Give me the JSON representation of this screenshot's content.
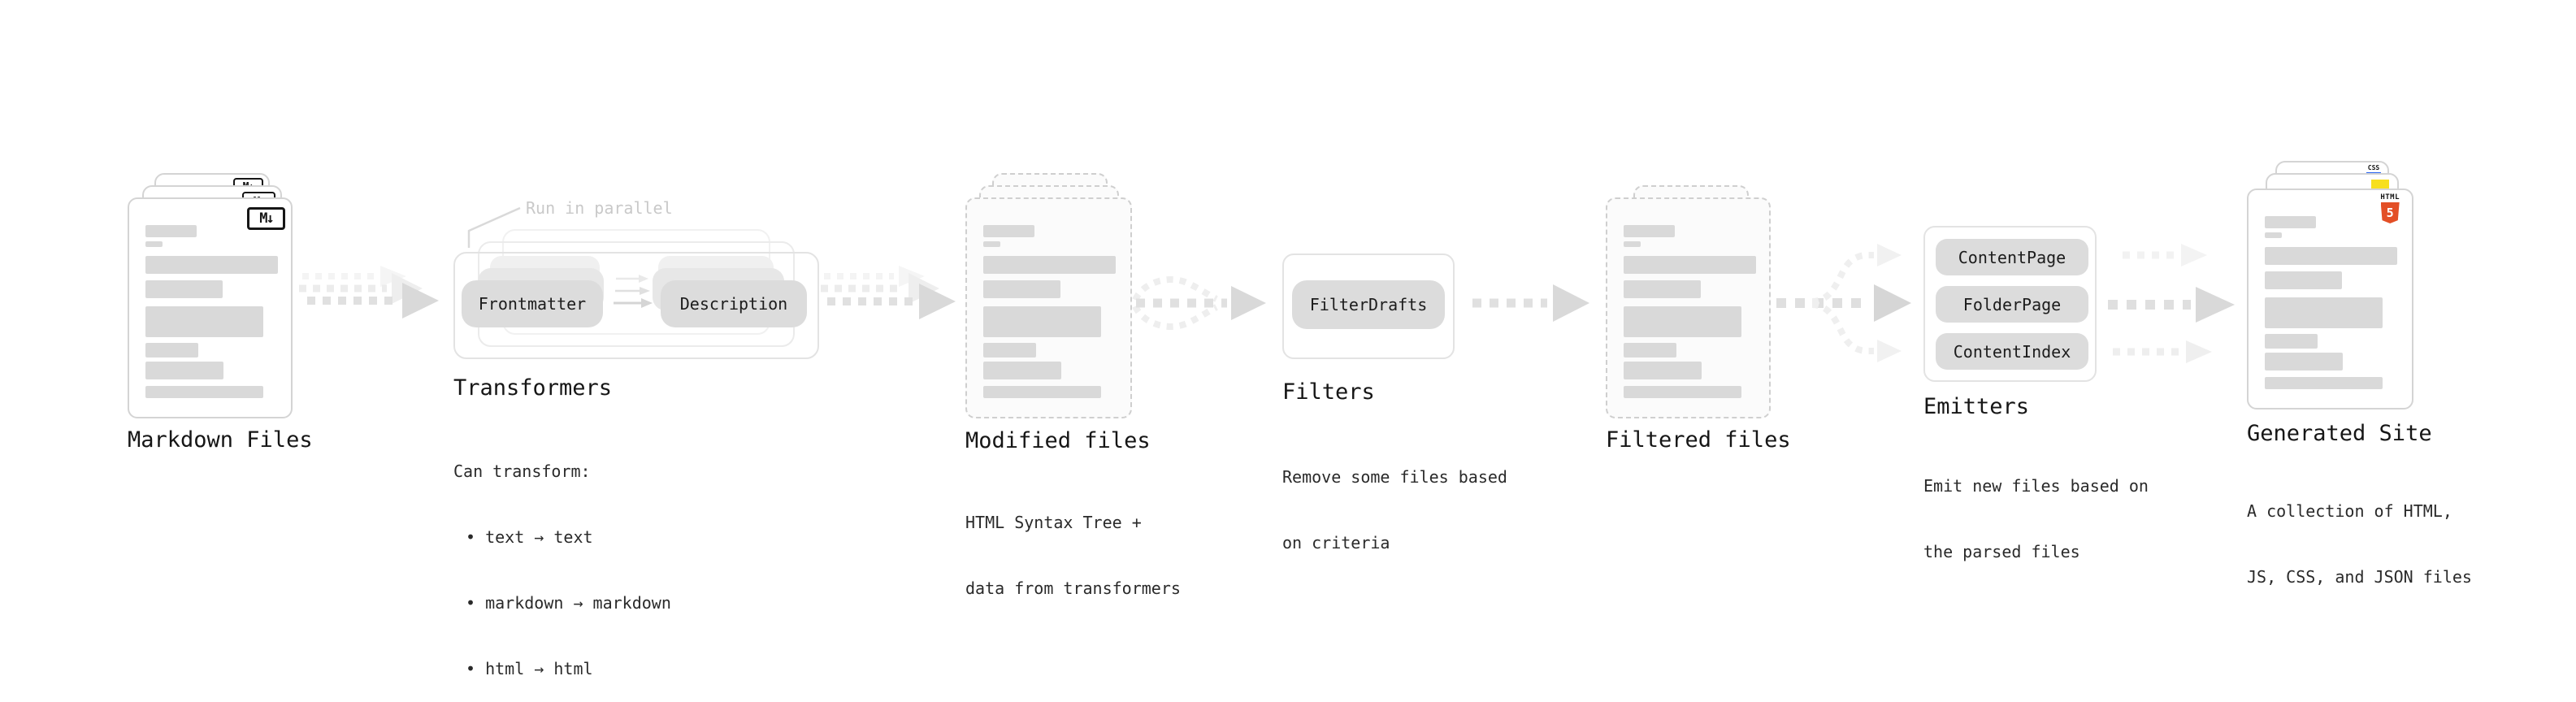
{
  "stages": {
    "markdown": {
      "title": "Markdown Files",
      "badge": "M↓"
    },
    "transformers": {
      "title": "Transformers",
      "annotation": "Run in parallel",
      "pill_left": "Frontmatter",
      "pill_right": "Description",
      "subtitle": "Can transform:",
      "bullets": [
        "• text → text",
        "• markdown → markdown",
        "• html → html"
      ]
    },
    "modified": {
      "title": "Modified files",
      "subtitle_lines": [
        "HTML Syntax Tree +",
        "data from transformers"
      ]
    },
    "filters": {
      "title": "Filters",
      "pill": "FilterDrafts",
      "subtitle_lines": [
        "Remove some files based",
        "on criteria"
      ]
    },
    "filtered": {
      "title": "Filtered files"
    },
    "emitters": {
      "title": "Emitters",
      "pills": [
        "ContentPage",
        "FolderPage",
        "ContentIndex"
      ],
      "subtitle_lines": [
        "Emit new files based on",
        "the parsed files"
      ]
    },
    "generated": {
      "title": "Generated Site",
      "subtitle_lines": [
        "A collection of HTML,",
        "JS, CSS, and JSON files"
      ],
      "badge_html_label": "HTML",
      "badge_html_number": "5",
      "badge_css_label": "CSS"
    }
  },
  "colors": {
    "html5_orange": "#e34f26",
    "js_yellow": "#f7df1e",
    "css_blue": "#2965f1",
    "placeholder_bar_gray": "#d9d9d9",
    "arrow_gray": "#d9d9d9",
    "annotation_gray": "#c9c9c9"
  }
}
